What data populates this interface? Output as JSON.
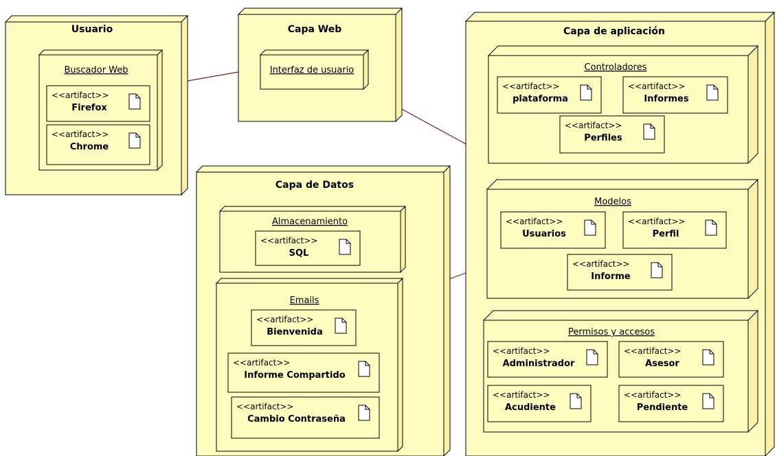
{
  "colors": {
    "fill": "#fffcc0",
    "stroke": "#000000",
    "side": "#fbf2a8",
    "connector": "#7a1e1e"
  },
  "diagram": {
    "usuario": {
      "title": "Usuario",
      "buscador": {
        "title": "Buscador Web",
        "artifacts": [
          {
            "stereotype": "<<artifact>>",
            "name": "Firefox"
          },
          {
            "stereotype": "<<artifact>>",
            "name": "Chrome"
          }
        ]
      }
    },
    "capa_web": {
      "title": "Capa Web",
      "interfaz": {
        "title": "Interfaz de usuario"
      }
    },
    "capa_datos": {
      "title": "Capa de Datos",
      "almacenamiento": {
        "title": "Almacenamiento",
        "artifacts": [
          {
            "stereotype": "<<artifact>>",
            "name": "SQL"
          }
        ]
      },
      "emails": {
        "title": "Emails",
        "artifacts": [
          {
            "stereotype": "<<artifact>>",
            "name": "Bienvenida"
          },
          {
            "stereotype": "<<artifact>>",
            "name": "Informe Compartido"
          },
          {
            "stereotype": "<<artifact>>",
            "name": "Cambio Contraseña"
          }
        ]
      }
    },
    "capa_aplicacion": {
      "title": "Capa de aplicación",
      "controladores": {
        "title": "Controladores",
        "artifacts": [
          {
            "stereotype": "<<artifact>>",
            "name": "plataforma"
          },
          {
            "stereotype": "<<artifact>>",
            "name": "Informes"
          },
          {
            "stereotype": "<<artifact>>",
            "name": "Perfiles"
          }
        ]
      },
      "modelos": {
        "title": "Modelos",
        "artifacts": [
          {
            "stereotype": "<<artifact>>",
            "name": "Usuarios"
          },
          {
            "stereotype": "<<artifact>>",
            "name": "Perfil"
          },
          {
            "stereotype": "<<artifact>>",
            "name": "Informe"
          }
        ]
      },
      "permisos": {
        "title": "Permisos y accesos",
        "artifacts": [
          {
            "stereotype": "<<artifact>>",
            "name": "Administrador"
          },
          {
            "stereotype": "<<artifact>>",
            "name": "Asesor"
          },
          {
            "stereotype": "<<artifact>>",
            "name": "Acudiente"
          },
          {
            "stereotype": "<<artifact>>",
            "name": "Pendiente"
          }
        ]
      }
    }
  }
}
